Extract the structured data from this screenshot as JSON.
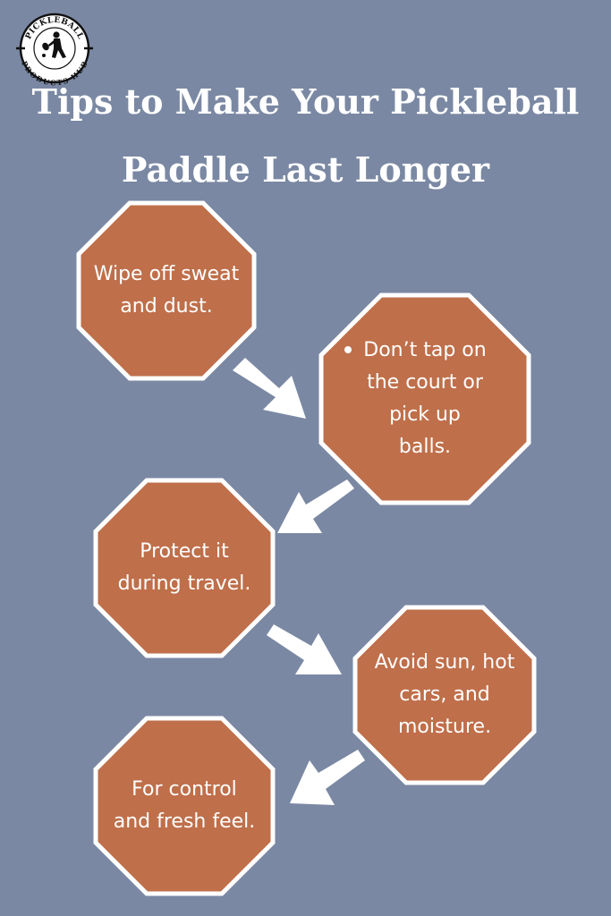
{
  "logo": {
    "arc_top": "PICKLEBALL",
    "arc_bottom": "PRODUCTS HUB",
    "icon": "pickleball-player-icon"
  },
  "title": {
    "line1": "Tips to Make Your Pickleball",
    "line2": "Paddle Last Longer"
  },
  "tips": [
    {
      "lines": [
        "Wipe off sweat",
        "and dust."
      ]
    },
    {
      "lines": [
        "Don’t tap on",
        "the court or",
        "pick up",
        "balls."
      ],
      "bulleted": true
    },
    {
      "lines": [
        "Protect it",
        "during travel."
      ]
    },
    {
      "lines": [
        "Avoid sun, hot",
        "cars, and",
        "moisture."
      ]
    },
    {
      "lines": [
        "For control",
        "and fresh feel."
      ]
    }
  ],
  "colors": {
    "background": "#7a88a3",
    "octagon_fill": "#bf6f4a",
    "octagon_border": "#ffffff",
    "arrow": "#ffffff",
    "title": "#ffffff"
  }
}
